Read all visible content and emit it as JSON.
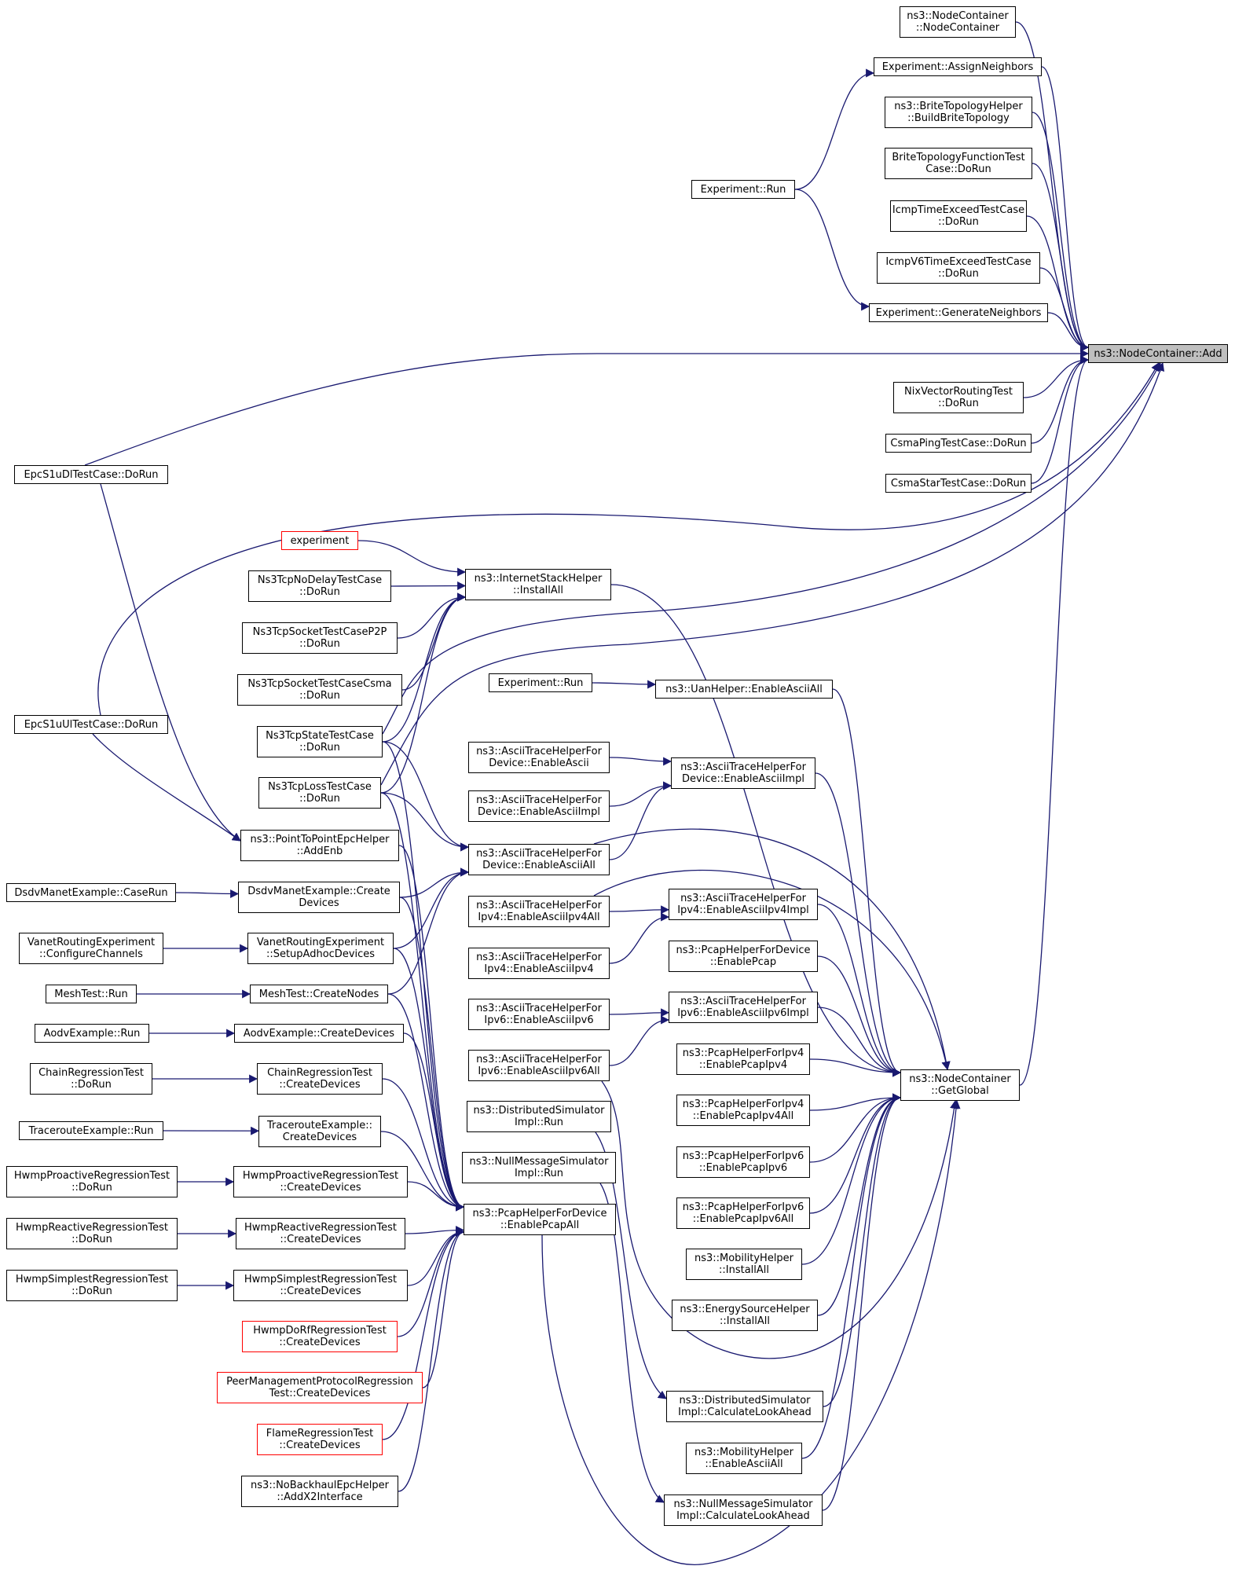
{
  "diagram": {
    "edge_color": "#191970",
    "nodes": [
      {
        "id": "add",
        "lines": [
          "ns3::NodeContainer::Add"
        ],
        "focus": true
      },
      {
        "id": "nc_ctor",
        "lines": [
          "ns3::NodeContainer",
          "::NodeContainer"
        ]
      },
      {
        "id": "exp_assign",
        "lines": [
          "Experiment::AssignNeighbors"
        ]
      },
      {
        "id": "brite_build",
        "lines": [
          "ns3::BriteTopologyHelper",
          "::BuildBriteTopology"
        ]
      },
      {
        "id": "brite_test",
        "lines": [
          "BriteTopologyFunctionTest",
          "Case::DoRun"
        ]
      },
      {
        "id": "icmp_tec",
        "lines": [
          "IcmpTimeExceedTestCase",
          "::DoRun"
        ]
      },
      {
        "id": "icmpv6_tec",
        "lines": [
          "IcmpV6TimeExceedTestCase",
          "::DoRun"
        ]
      },
      {
        "id": "exp_run_top",
        "lines": [
          "Experiment::Run"
        ]
      },
      {
        "id": "exp_gen",
        "lines": [
          "Experiment::GenerateNeighbors"
        ]
      },
      {
        "id": "nix_test",
        "lines": [
          "NixVectorRoutingTest",
          "::DoRun"
        ]
      },
      {
        "id": "csma_ping",
        "lines": [
          "CsmaPingTestCase::DoRun"
        ]
      },
      {
        "id": "csma_star",
        "lines": [
          "CsmaStarTestCase::DoRun"
        ]
      },
      {
        "id": "epc_dl",
        "lines": [
          "EpcS1uDlTestCase::DoRun"
        ]
      },
      {
        "id": "epc_ul",
        "lines": [
          "EpcS1uUlTestCase::DoRun"
        ]
      },
      {
        "id": "experiment",
        "lines": [
          "experiment"
        ],
        "red": true
      },
      {
        "id": "tcp_nodelay",
        "lines": [
          "Ns3TcpNoDelayTestCase",
          "::DoRun"
        ]
      },
      {
        "id": "tcp_sock_p2p",
        "lines": [
          "Ns3TcpSocketTestCaseP2P",
          "::DoRun"
        ]
      },
      {
        "id": "tcp_sock_csma",
        "lines": [
          "Ns3TcpSocketTestCaseCsma",
          "::DoRun"
        ]
      },
      {
        "id": "tcp_state",
        "lines": [
          "Ns3TcpStateTestCase",
          "::DoRun"
        ]
      },
      {
        "id": "tcp_loss",
        "lines": [
          "Ns3TcpLossTestCase",
          "::DoRun"
        ]
      },
      {
        "id": "inet_install",
        "lines": [
          "ns3::InternetStackHelper",
          "::InstallAll"
        ]
      },
      {
        "id": "exp_run_mid",
        "lines": [
          "Experiment::Run"
        ]
      },
      {
        "id": "uan_ascii",
        "lines": [
          "ns3::UanHelper::EnableAsciiAll"
        ]
      },
      {
        "id": "atd_ascii",
        "lines": [
          "ns3::AsciiTraceHelperFor",
          "Device::EnableAscii"
        ]
      },
      {
        "id": "atd_ascii_impl_l",
        "lines": [
          "ns3::AsciiTraceHelperFor",
          "Device::EnableAsciiImpl"
        ]
      },
      {
        "id": "atd_ascii_impl",
        "lines": [
          "ns3::AsciiTraceHelperFor",
          "Device::EnableAsciiImpl"
        ]
      },
      {
        "id": "atd_ascii_all",
        "lines": [
          "ns3::AsciiTraceHelperFor",
          "Device::EnableAsciiAll"
        ]
      },
      {
        "id": "ptp_epc",
        "lines": [
          "ns3::PointToPointEpcHelper",
          "::AddEnb"
        ]
      },
      {
        "id": "dsdv_caserun",
        "lines": [
          "DsdvManetExample::CaseRun"
        ]
      },
      {
        "id": "dsdv_create",
        "lines": [
          "DsdvManetExample::Create",
          "Devices"
        ]
      },
      {
        "id": "vanet_cfg",
        "lines": [
          "VanetRoutingExperiment",
          "::ConfigureChannels"
        ]
      },
      {
        "id": "vanet_setup",
        "lines": [
          "VanetRoutingExperiment",
          "::SetupAdhocDevices"
        ]
      },
      {
        "id": "mesh_run",
        "lines": [
          "MeshTest::Run"
        ]
      },
      {
        "id": "mesh_create",
        "lines": [
          "MeshTest::CreateNodes"
        ]
      },
      {
        "id": "aodv_run",
        "lines": [
          "AodvExample::Run"
        ]
      },
      {
        "id": "aodv_create",
        "lines": [
          "AodvExample::CreateDevices"
        ]
      },
      {
        "id": "chain_run",
        "lines": [
          "ChainRegressionTest",
          "::DoRun"
        ]
      },
      {
        "id": "chain_create",
        "lines": [
          "ChainRegressionTest",
          "::CreateDevices"
        ]
      },
      {
        "id": "tracert_run",
        "lines": [
          "TracerouteExample::Run"
        ]
      },
      {
        "id": "tracert_create",
        "lines": [
          "TracerouteExample::",
          "CreateDevices"
        ]
      },
      {
        "id": "hwmp_pro_run",
        "lines": [
          "HwmpProactiveRegressionTest",
          "::DoRun"
        ]
      },
      {
        "id": "hwmp_pro_create",
        "lines": [
          "HwmpProactiveRegressionTest",
          "::CreateDevices"
        ]
      },
      {
        "id": "hwmp_re_run",
        "lines": [
          "HwmpReactiveRegressionTest",
          "::DoRun"
        ]
      },
      {
        "id": "hwmp_re_create",
        "lines": [
          "HwmpReactiveRegressionTest",
          "::CreateDevices"
        ]
      },
      {
        "id": "hwmp_si_run",
        "lines": [
          "HwmpSimplestRegressionTest",
          "::DoRun"
        ]
      },
      {
        "id": "hwmp_si_create",
        "lines": [
          "HwmpSimplestRegressionTest",
          "::CreateDevices"
        ]
      },
      {
        "id": "hwmp_dorf",
        "lines": [
          "HwmpDoRfRegressionTest",
          "::CreateDevices"
        ],
        "red": true
      },
      {
        "id": "peer_mgmt",
        "lines": [
          "PeerManagementProtocolRegression",
          "Test::CreateDevices"
        ],
        "red": true
      },
      {
        "id": "flame",
        "lines": [
          "FlameRegressionTest",
          "::CreateDevices"
        ],
        "red": true
      },
      {
        "id": "nobackhaul",
        "lines": [
          "ns3::NoBackhaulEpcHelper",
          "::AddX2Interface"
        ]
      },
      {
        "id": "pcap_all",
        "lines": [
          "ns3::PcapHelperForDevice",
          "::EnablePcapAll"
        ]
      },
      {
        "id": "ati4_all",
        "lines": [
          "ns3::AsciiTraceHelperFor",
          "Ipv4::EnableAsciiIpv4All"
        ]
      },
      {
        "id": "ati4_impl",
        "lines": [
          "ns3::AsciiTraceHelperFor",
          "Ipv4::EnableAsciiIpv4Impl"
        ]
      },
      {
        "id": "ati4_v4",
        "lines": [
          "ns3::AsciiTraceHelperFor",
          "Ipv4::EnableAsciiIpv4"
        ]
      },
      {
        "id": "pcap_dev",
        "lines": [
          "ns3::PcapHelperForDevice",
          "::EnablePcap"
        ]
      },
      {
        "id": "ati6_v6",
        "lines": [
          "ns3::AsciiTraceHelperFor",
          "Ipv6::EnableAsciiIpv6"
        ]
      },
      {
        "id": "ati6_impl",
        "lines": [
          "ns3::AsciiTraceHelperFor",
          "Ipv6::EnableAsciiIpv6Impl"
        ]
      },
      {
        "id": "ati6_all",
        "lines": [
          "ns3::AsciiTraceHelperFor",
          "Ipv6::EnableAsciiIpv6All"
        ]
      },
      {
        "id": "dist_run",
        "lines": [
          "ns3::DistributedSimulator",
          "Impl::Run"
        ]
      },
      {
        "id": "null_run",
        "lines": [
          "ns3::NullMessageSimulator",
          "Impl::Run"
        ]
      },
      {
        "id": "pcap4",
        "lines": [
          "ns3::PcapHelperForIpv4",
          "::EnablePcapIpv4"
        ]
      },
      {
        "id": "pcap4_all",
        "lines": [
          "ns3::PcapHelperForIpv4",
          "::EnablePcapIpv4All"
        ]
      },
      {
        "id": "pcap6",
        "lines": [
          "ns3::PcapHelperForIpv6",
          "::EnablePcapIpv6"
        ]
      },
      {
        "id": "pcap6_all",
        "lines": [
          "ns3::PcapHelperForIpv6",
          "::EnablePcapIpv6All"
        ]
      },
      {
        "id": "mob_install",
        "lines": [
          "ns3::MobilityHelper",
          "::InstallAll"
        ]
      },
      {
        "id": "energy_install",
        "lines": [
          "ns3::EnergySourceHelper",
          "::InstallAll"
        ]
      },
      {
        "id": "dist_cla",
        "lines": [
          "ns3::DistributedSimulator",
          "Impl::CalculateLookAhead"
        ]
      },
      {
        "id": "mob_ascii",
        "lines": [
          "ns3::MobilityHelper",
          "::EnableAsciiAll"
        ]
      },
      {
        "id": "null_cla",
        "lines": [
          "ns3::NullMessageSimulator",
          "Impl::CalculateLookAhead"
        ]
      },
      {
        "id": "get_global",
        "lines": [
          "ns3::NodeContainer",
          "::GetGlobal"
        ]
      }
    ],
    "edges": [
      [
        "nc_ctor",
        "add"
      ],
      [
        "exp_assign",
        "add"
      ],
      [
        "brite_build",
        "add"
      ],
      [
        "brite_test",
        "add"
      ],
      [
        "icmp_tec",
        "add"
      ],
      [
        "icmpv6_tec",
        "add"
      ],
      [
        "exp_gen",
        "add"
      ],
      [
        "nix_test",
        "add"
      ],
      [
        "csma_ping",
        "add"
      ],
      [
        "csma_star",
        "add"
      ],
      [
        "epc_dl",
        "add"
      ],
      [
        "epc_ul",
        "add"
      ],
      [
        "tcp_state",
        "add"
      ],
      [
        "tcp_loss",
        "add"
      ],
      [
        "get_global",
        "add"
      ],
      [
        "exp_run_top",
        "exp_assign"
      ],
      [
        "exp_run_top",
        "exp_gen"
      ],
      [
        "epc_dl",
        "ptp_epc"
      ],
      [
        "epc_ul",
        "ptp_epc"
      ],
      [
        "experiment",
        "inet_install"
      ],
      [
        "tcp_nodelay",
        "inet_install"
      ],
      [
        "tcp_sock_p2p",
        "inet_install"
      ],
      [
        "tcp_sock_csma",
        "inet_install"
      ],
      [
        "tcp_state",
        "inet_install"
      ],
      [
        "tcp_loss",
        "inet_install"
      ],
      [
        "tcp_state",
        "atd_ascii_all"
      ],
      [
        "tcp_loss",
        "atd_ascii_all"
      ],
      [
        "dsdv_create",
        "atd_ascii_all"
      ],
      [
        "vanet_setup",
        "atd_ascii_all"
      ],
      [
        "mesh_create",
        "atd_ascii_all"
      ],
      [
        "tcp_state",
        "pcap_all"
      ],
      [
        "tcp_loss",
        "pcap_all"
      ],
      [
        "ptp_epc",
        "pcap_all"
      ],
      [
        "dsdv_create",
        "pcap_all"
      ],
      [
        "vanet_setup",
        "pcap_all"
      ],
      [
        "mesh_create",
        "pcap_all"
      ],
      [
        "aodv_create",
        "pcap_all"
      ],
      [
        "chain_create",
        "pcap_all"
      ],
      [
        "tracert_create",
        "pcap_all"
      ],
      [
        "hwmp_pro_create",
        "pcap_all"
      ],
      [
        "hwmp_re_create",
        "pcap_all"
      ],
      [
        "hwmp_si_create",
        "pcap_all"
      ],
      [
        "hwmp_dorf",
        "pcap_all"
      ],
      [
        "peer_mgmt",
        "pcap_all"
      ],
      [
        "flame",
        "pcap_all"
      ],
      [
        "nobackhaul",
        "pcap_all"
      ],
      [
        "dsdv_caserun",
        "dsdv_create"
      ],
      [
        "vanet_cfg",
        "vanet_setup"
      ],
      [
        "mesh_run",
        "mesh_create"
      ],
      [
        "aodv_run",
        "aodv_create"
      ],
      [
        "chain_run",
        "chain_create"
      ],
      [
        "tracert_run",
        "tracert_create"
      ],
      [
        "hwmp_pro_run",
        "hwmp_pro_create"
      ],
      [
        "hwmp_re_run",
        "hwmp_re_create"
      ],
      [
        "hwmp_si_run",
        "hwmp_si_create"
      ],
      [
        "exp_run_mid",
        "uan_ascii"
      ],
      [
        "atd_ascii",
        "atd_ascii_impl"
      ],
      [
        "atd_ascii_impl_l",
        "atd_ascii_impl"
      ],
      [
        "atd_ascii_all",
        "atd_ascii_impl"
      ],
      [
        "ati4_all",
        "ati4_impl"
      ],
      [
        "ati4_v4",
        "ati4_impl"
      ],
      [
        "ati6_v6",
        "ati6_impl"
      ],
      [
        "ati6_all",
        "ati6_impl"
      ],
      [
        "dist_run",
        "dist_cla"
      ],
      [
        "null_run",
        "null_cla"
      ],
      [
        "inet_install",
        "get_global"
      ],
      [
        "uan_ascii",
        "get_global"
      ],
      [
        "atd_ascii_impl",
        "get_global"
      ],
      [
        "atd_ascii_all",
        "get_global"
      ],
      [
        "ati4_all",
        "get_global"
      ],
      [
        "ati4_impl",
        "get_global"
      ],
      [
        "pcap_dev",
        "get_global"
      ],
      [
        "ati6_impl",
        "get_global"
      ],
      [
        "ati6_all",
        "get_global"
      ],
      [
        "pcap4",
        "get_global"
      ],
      [
        "pcap4_all",
        "get_global"
      ],
      [
        "pcap6",
        "get_global"
      ],
      [
        "pcap6_all",
        "get_global"
      ],
      [
        "mob_install",
        "get_global"
      ],
      [
        "energy_install",
        "get_global"
      ],
      [
        "dist_cla",
        "get_global"
      ],
      [
        "mob_ascii",
        "get_global"
      ],
      [
        "null_cla",
        "get_global"
      ],
      [
        "pcap_all",
        "get_global"
      ]
    ]
  }
}
